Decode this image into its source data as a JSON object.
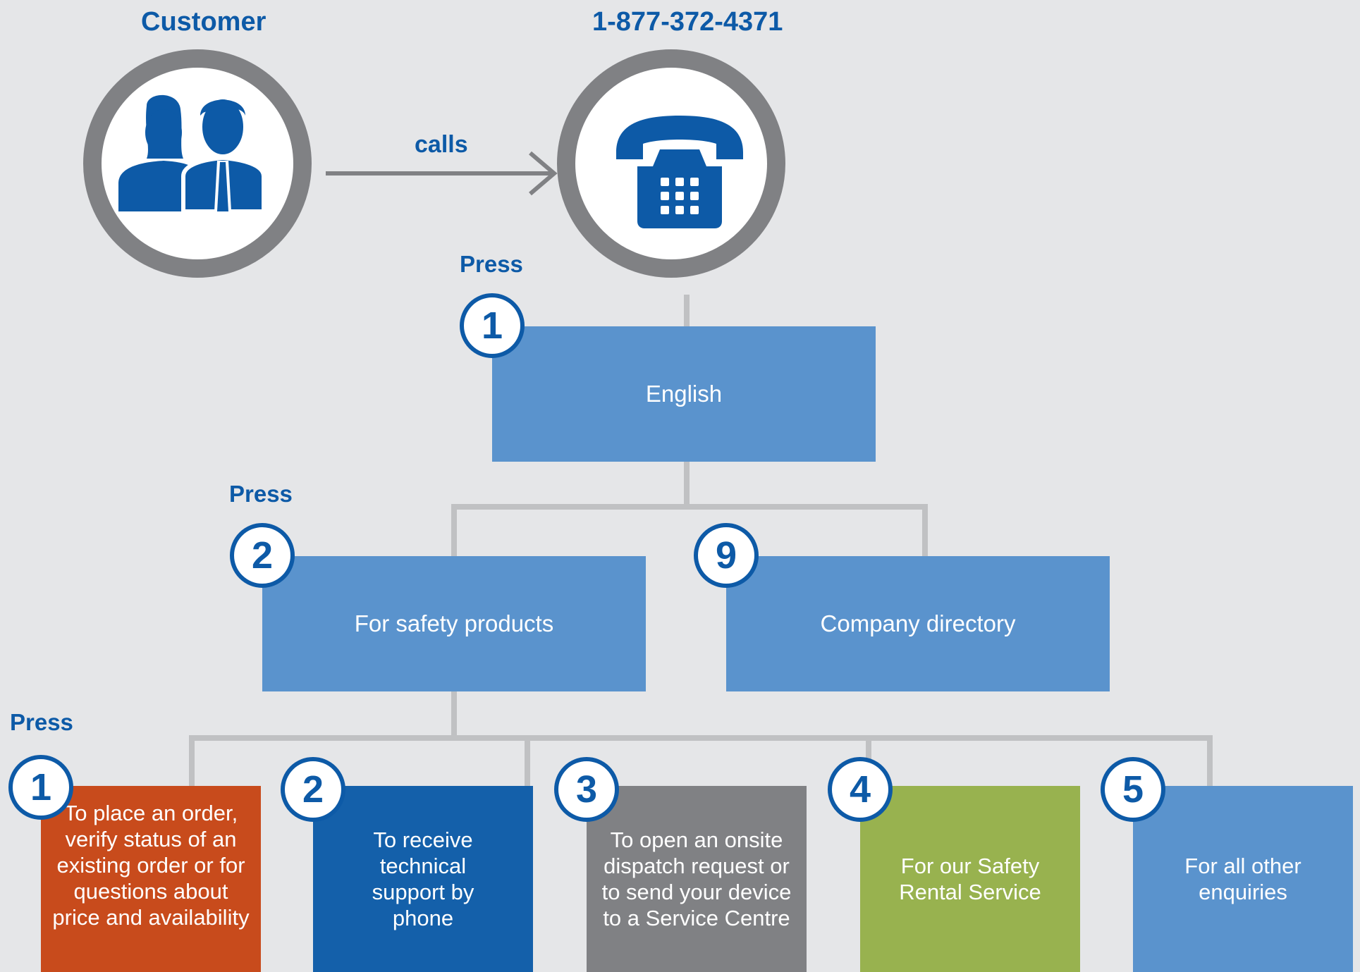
{
  "header": {
    "customer_label": "Customer",
    "phone_number": "1-877-372-4371",
    "calls_label": "calls"
  },
  "icons": {
    "customer": "people-icon",
    "phone": "telephone-icon"
  },
  "levels": {
    "press_label": "Press"
  },
  "level1": {
    "number": "1",
    "text": "English"
  },
  "level2": [
    {
      "number": "2",
      "text": "For safety products"
    },
    {
      "number": "9",
      "text": "Company directory"
    }
  ],
  "level3": [
    {
      "number": "1",
      "text": "To place an order, verify status of an existing order or for questions about price and availability",
      "color": "#c84b1c"
    },
    {
      "number": "2",
      "text": "To receive technical support by phone",
      "color": "#1460aa"
    },
    {
      "number": "3",
      "text": "To open an onsite dispatch request or to send your device to a Service Centre",
      "color": "#808184"
    },
    {
      "number": "4",
      "text": "For our Safety Rental Service",
      "color": "#98b24f"
    },
    {
      "number": "5",
      "text": "For all other enquiries",
      "color": "#5a93cd"
    }
  ],
  "colors": {
    "brand_blue": "#0d5aa7",
    "box_blue": "#5a93cd",
    "ring_gray": "#808184",
    "connector_gray": "#c0c1c3",
    "background": "#e5e6e8"
  }
}
